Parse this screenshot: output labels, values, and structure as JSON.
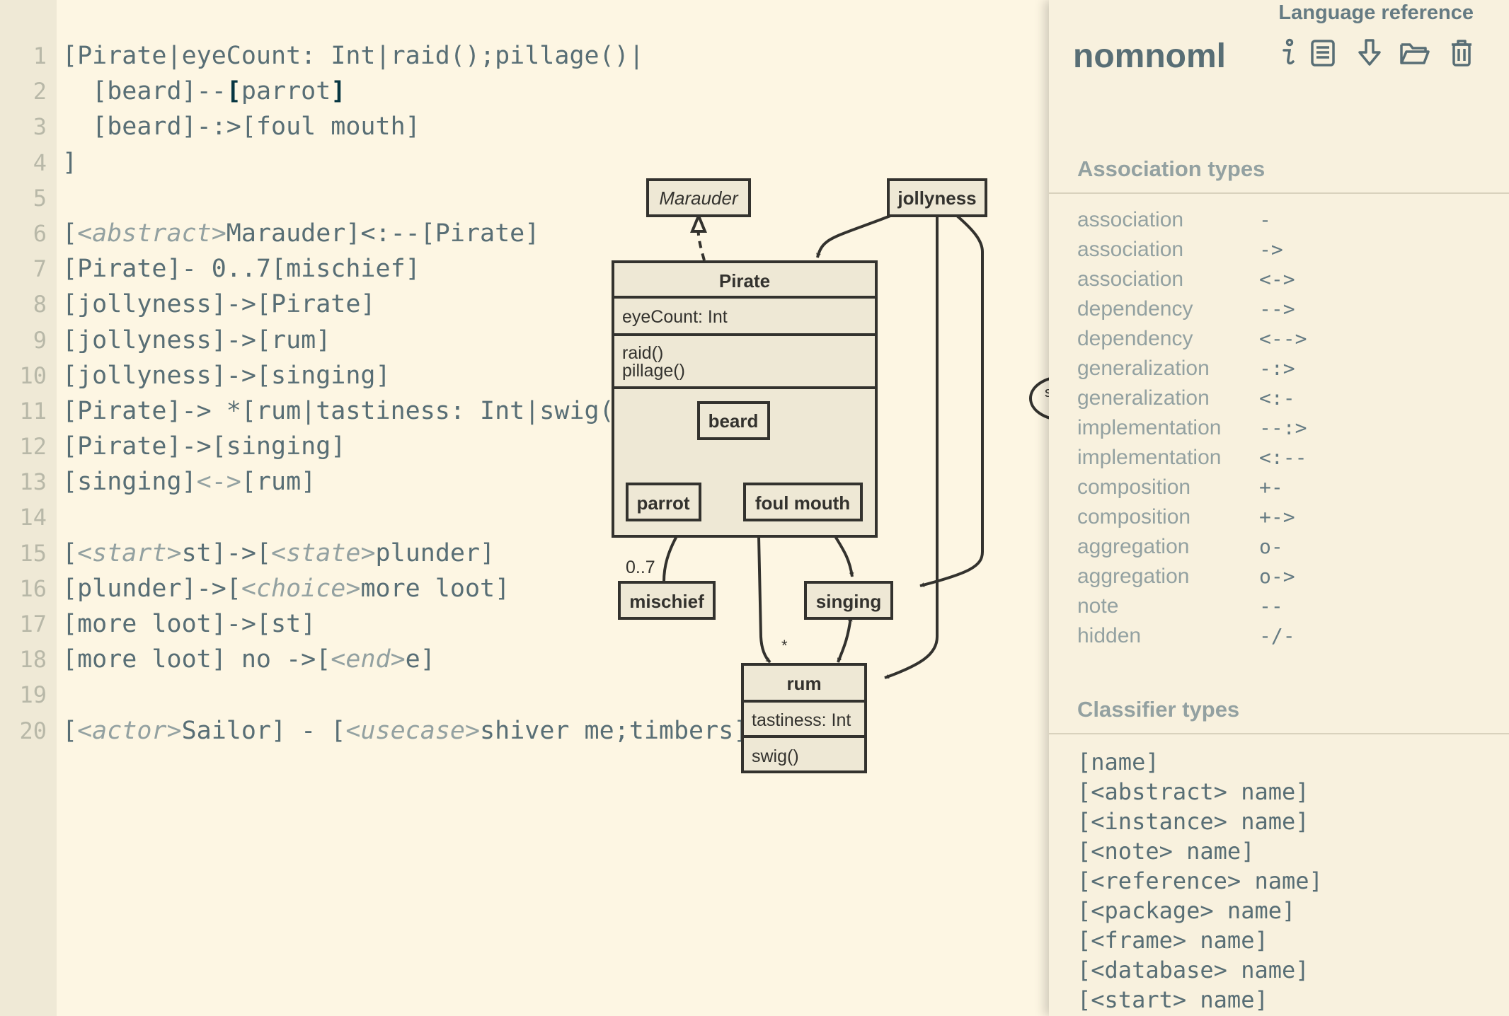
{
  "editor": {
    "lines": [
      {
        "num": "1",
        "tokens": [
          {
            "t": "[Pirate|eyeCount: Int|raid();pillage()|",
            "c": ""
          }
        ]
      },
      {
        "num": "2",
        "tokens": [
          {
            "t": "  [beard]--",
            "c": ""
          },
          {
            "t": "[",
            "c": "cursor"
          },
          {
            "t": "parrot",
            "c": ""
          },
          {
            "t": "]",
            "c": "cursor"
          }
        ]
      },
      {
        "num": "3",
        "tokens": [
          {
            "t": "  [beard]-:>[foul mouth]",
            "c": ""
          }
        ]
      },
      {
        "num": "4",
        "tokens": [
          {
            "t": "]",
            "c": ""
          }
        ]
      },
      {
        "num": "5",
        "tokens": []
      },
      {
        "num": "6",
        "tokens": [
          {
            "t": "[",
            "c": ""
          },
          {
            "t": "<abstract>",
            "c": "kw"
          },
          {
            "t": "Marauder]<:--[Pirate]",
            "c": ""
          }
        ]
      },
      {
        "num": "7",
        "tokens": [
          {
            "t": "[Pirate]- 0..7[mischief]",
            "c": ""
          }
        ]
      },
      {
        "num": "8",
        "tokens": [
          {
            "t": "[jollyness]->[Pirate]",
            "c": ""
          }
        ]
      },
      {
        "num": "9",
        "tokens": [
          {
            "t": "[jollyness]->[rum]",
            "c": ""
          }
        ]
      },
      {
        "num": "10",
        "tokens": [
          {
            "t": "[jollyness]->[singing]",
            "c": ""
          }
        ]
      },
      {
        "num": "11",
        "tokens": [
          {
            "t": "[Pirate]-> *[rum|tastiness: Int|swig()]",
            "c": ""
          }
        ]
      },
      {
        "num": "12",
        "tokens": [
          {
            "t": "[Pirate]->[singing]",
            "c": ""
          }
        ]
      },
      {
        "num": "13",
        "tokens": [
          {
            "t": "[singing]",
            "c": ""
          },
          {
            "t": "<->",
            "c": "op"
          },
          {
            "t": "[rum]",
            "c": ""
          }
        ]
      },
      {
        "num": "14",
        "tokens": []
      },
      {
        "num": "15",
        "tokens": [
          {
            "t": "[",
            "c": ""
          },
          {
            "t": "<start>",
            "c": "kw"
          },
          {
            "t": "st]->[",
            "c": ""
          },
          {
            "t": "<state>",
            "c": "kw"
          },
          {
            "t": "plunder]",
            "c": ""
          }
        ]
      },
      {
        "num": "16",
        "tokens": [
          {
            "t": "[plunder]->[",
            "c": ""
          },
          {
            "t": "<choice>",
            "c": "kw"
          },
          {
            "t": "more loot]",
            "c": ""
          }
        ]
      },
      {
        "num": "17",
        "tokens": [
          {
            "t": "[more loot]->[st]",
            "c": ""
          }
        ]
      },
      {
        "num": "18",
        "tokens": [
          {
            "t": "[more loot] no ->[",
            "c": ""
          },
          {
            "t": "<end>",
            "c": "kw"
          },
          {
            "t": "e]",
            "c": ""
          }
        ]
      },
      {
        "num": "19",
        "tokens": []
      },
      {
        "num": "20",
        "tokens": [
          {
            "t": "[",
            "c": ""
          },
          {
            "t": "<actor>",
            "c": "kw"
          },
          {
            "t": "Sailor] - [",
            "c": ""
          },
          {
            "t": "<usecase>",
            "c": "kw"
          },
          {
            "t": "shiver me;timbers]",
            "c": ""
          }
        ]
      }
    ]
  },
  "diagram": {
    "marauder": "Marauder",
    "jollyness": "jollyness",
    "pirate": {
      "name": "Pirate",
      "field": "eyeCount: Int",
      "method1": "raid()",
      "method2": "pillage()"
    },
    "beard": "beard",
    "parrot": "parrot",
    "foul_mouth": "foul mouth",
    "mischief": "mischief",
    "mischief_mult": "0..7",
    "singing": "singing",
    "rum": {
      "name": "rum",
      "field": "tastiness: Int",
      "method": "swig()"
    },
    "rum_mult": "*",
    "cut_off_node": "s"
  },
  "panel": {
    "heading": "Language reference",
    "app_title": "nomnoml",
    "icons": [
      "info-icon",
      "document-icon",
      "download-icon",
      "folder-icon",
      "trash-icon"
    ],
    "association_title": "Association types",
    "associations": [
      {
        "name": "association",
        "syntax": "-"
      },
      {
        "name": "association",
        "syntax": "->"
      },
      {
        "name": "association",
        "syntax": "<->"
      },
      {
        "name": "dependency",
        "syntax": "-->"
      },
      {
        "name": "dependency",
        "syntax": "<-->"
      },
      {
        "name": "generalization",
        "syntax": "-:>"
      },
      {
        "name": "generalization",
        "syntax": "<:-"
      },
      {
        "name": "implementation",
        "syntax": "--:>"
      },
      {
        "name": "implementation",
        "syntax": "<:--"
      },
      {
        "name": "composition",
        "syntax": "+-"
      },
      {
        "name": "composition",
        "syntax": "+->"
      },
      {
        "name": "aggregation",
        "syntax": "o-"
      },
      {
        "name": "aggregation",
        "syntax": "o->"
      },
      {
        "name": "note",
        "syntax": "--"
      },
      {
        "name": "hidden",
        "syntax": "-/-"
      }
    ],
    "classifier_title": "Classifier types",
    "classifiers": [
      "[name]",
      "[<abstract> name]",
      "[<instance> name]",
      "[<note> name]",
      "[<reference> name]",
      "[<package> name]",
      "[<frame> name]",
      "[<database> name]",
      "[<start> name]"
    ]
  },
  "colors": {
    "background": "#fdf6e3",
    "gutter": "#efe9d6",
    "node_fill": "#eee8d5",
    "stroke": "#33322e",
    "panel": "#f8f1de"
  }
}
